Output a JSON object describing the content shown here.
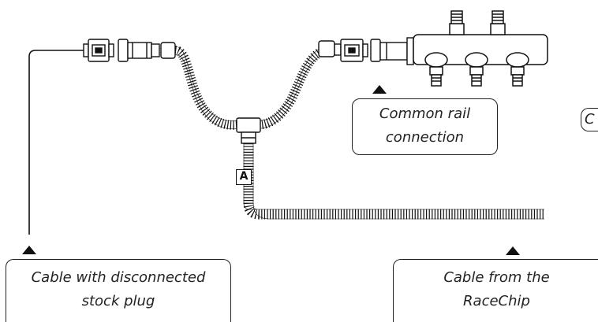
{
  "callouts": {
    "common_rail": {
      "line1": "Common rail",
      "line2": "connection"
    },
    "disconnected_plug": {
      "line1": "Cable with disconnected",
      "line2": "stock plug"
    },
    "racechip_cable": {
      "line1": "Cable from the",
      "line2": "RaceChip"
    }
  },
  "marker": "A",
  "cut_off_label": "C",
  "colors": {
    "line": "#111111",
    "fill": "#ffffff"
  }
}
